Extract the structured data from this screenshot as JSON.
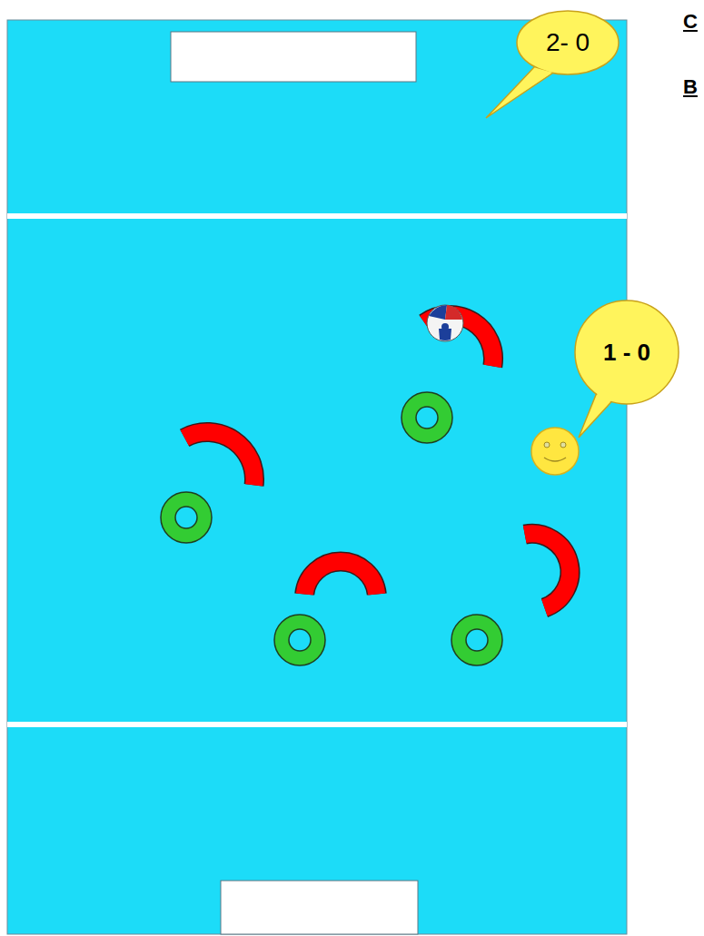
{
  "diagram": {
    "nodes": [
      {
        "text": [
          "2- 0"
        ]
      },
      {
        "text": [
          "1 - 0"
        ]
      }
    ],
    "labels": [
      "C",
      "B"
    ]
  }
}
